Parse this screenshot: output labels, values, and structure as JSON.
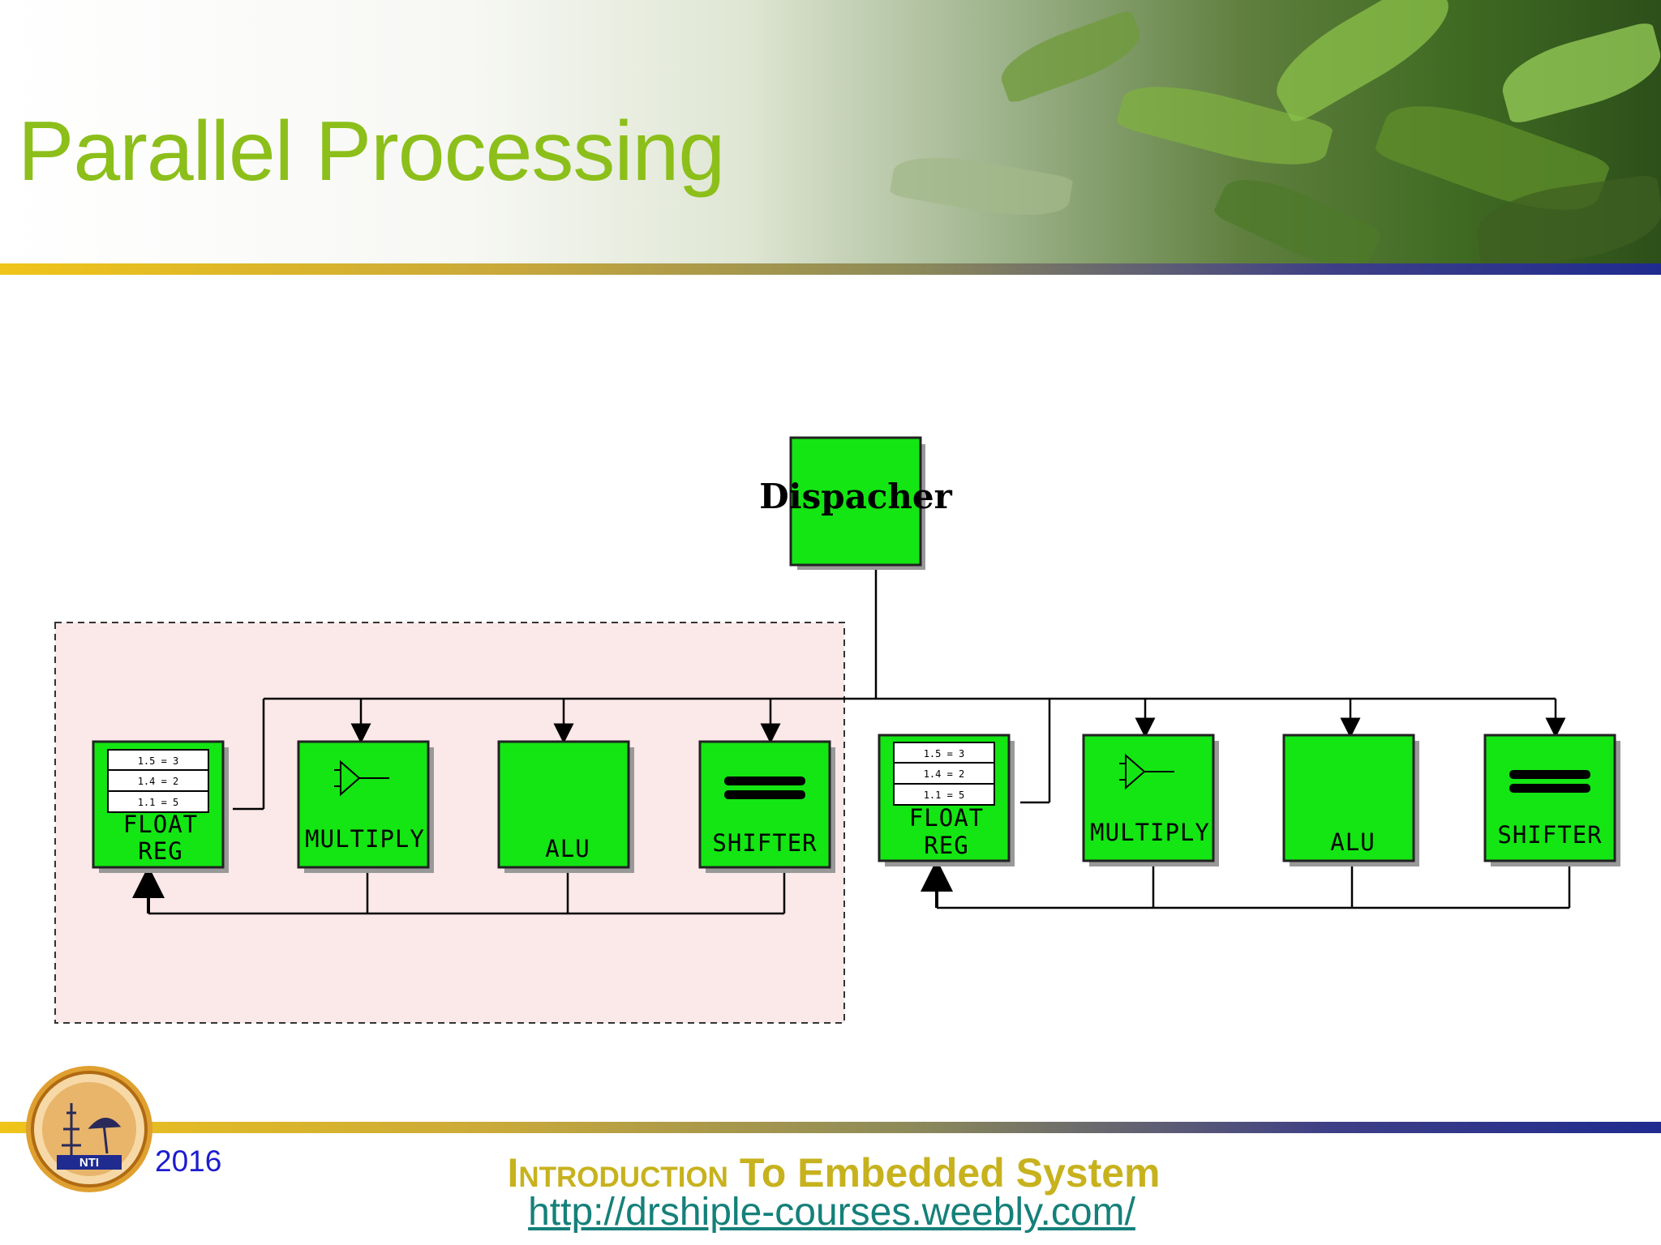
{
  "slide": {
    "title": "Parallel Processing",
    "year": "2016",
    "footer_title_small_caps": "Introduction",
    "footer_title_mid": "To",
    "footer_title_rest": "Embedded System",
    "footer_url": "http://drshiple-courses.weebly.com/",
    "logo_text": "NTI"
  },
  "diagram": {
    "dispatcher_label": "Dispacher",
    "group_left": {
      "units": [
        {
          "label_line1": "FLOAT",
          "label_line2": "REG"
        },
        {
          "label": "MULTIPLY"
        },
        {
          "label": "ALU"
        },
        {
          "label": "SHIFTER"
        }
      ]
    },
    "group_right": {
      "units": [
        {
          "label_line1": "FLOAT",
          "label_line2": "REG"
        },
        {
          "label": "MULTIPLY"
        },
        {
          "label": "ALU"
        },
        {
          "label": "SHIFTER"
        }
      ]
    },
    "register_rows": [
      "1.5 = 3",
      "1.4 = 2",
      "1.1 = 5"
    ]
  },
  "colors": {
    "title": "#8cbf1a",
    "unit_fill": "#13e613",
    "highlight_region": "#fbe8e8",
    "year": "#1c1cd0",
    "footer_title": "#c7b21e",
    "footer_url": "#15807a"
  }
}
